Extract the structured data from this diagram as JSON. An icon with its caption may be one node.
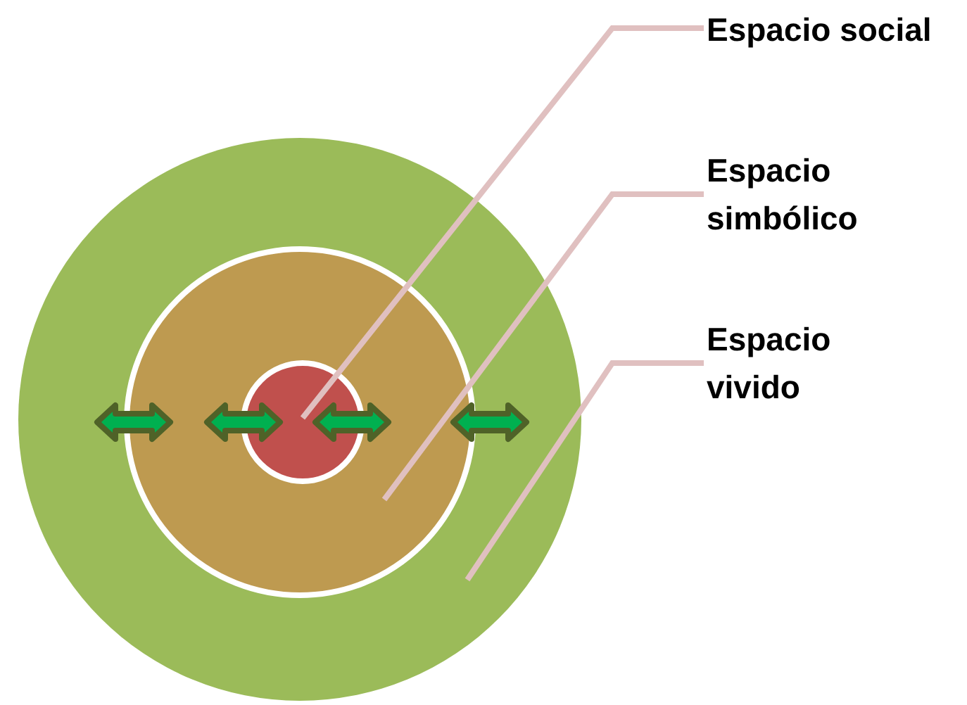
{
  "diagram": {
    "nodes": [
      {
        "text": [
          "Espacio social"
        ]
      },
      {
        "text": [
          "Espacio simbólico"
        ]
      },
      {
        "text": [
          "Espacio vivido"
        ]
      },
      {
        "text": [],
        "shape": "circle"
      },
      {
        "text": [],
        "shape": "circle",
        "in": 3
      },
      {
        "text": [],
        "shape": "circle",
        "in": 4
      }
    ],
    "edges": [
      {
        "from": 0,
        "to": 5,
        "arrow": "none"
      },
      {
        "from": 1,
        "to": 4,
        "arrow": "none"
      },
      {
        "from": 2,
        "to": 3,
        "arrow": "none"
      }
    ]
  }
}
